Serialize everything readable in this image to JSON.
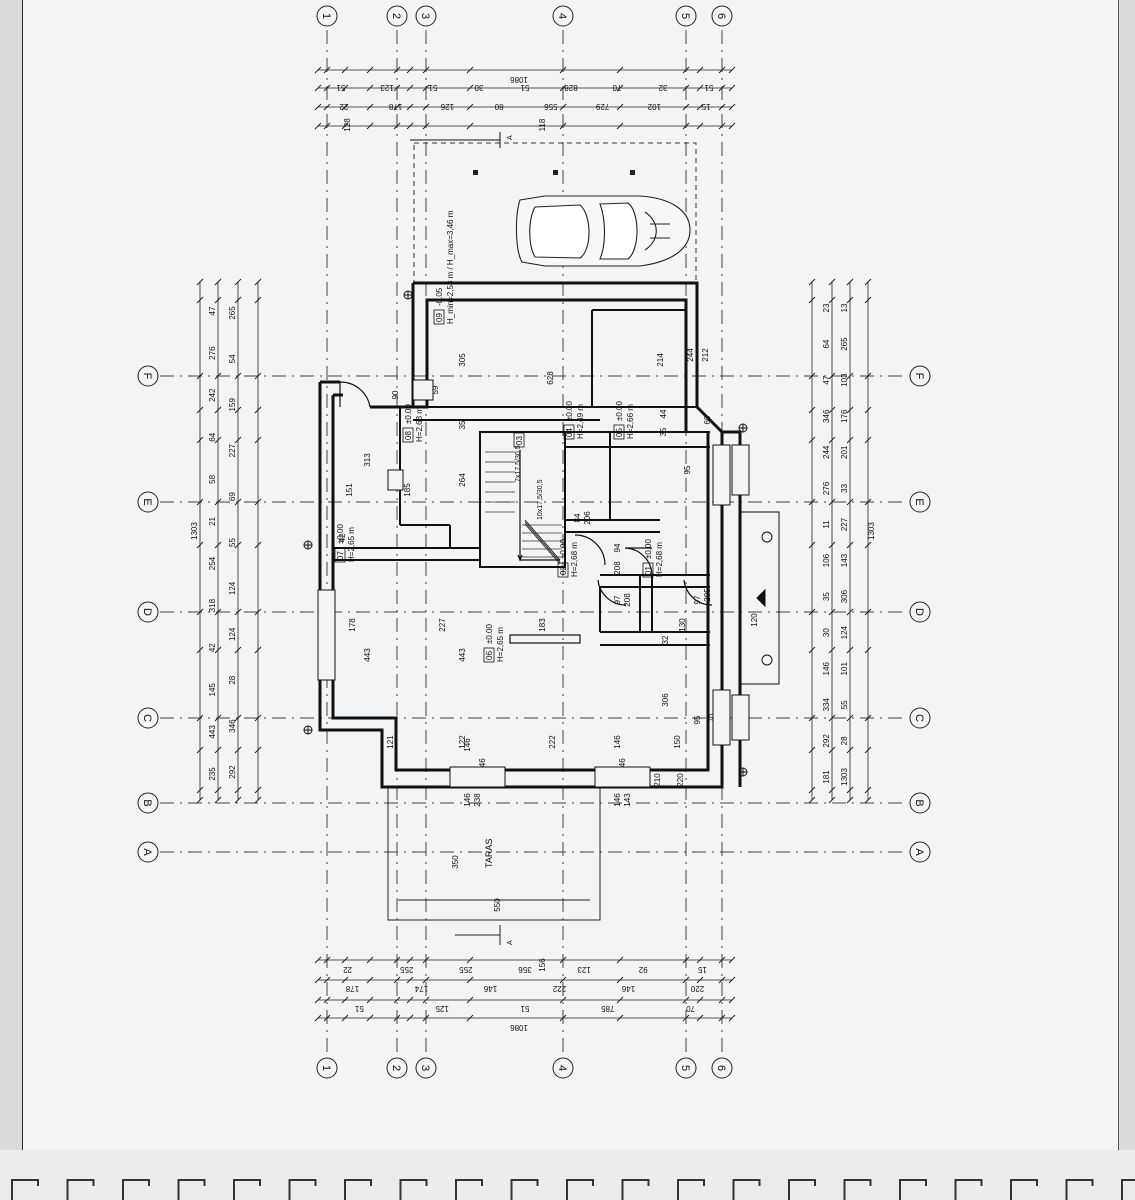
{
  "sheet": {
    "grid_columns": [
      "1",
      "2",
      "3",
      "4",
      "5",
      "6"
    ],
    "grid_rows": [
      "A",
      "B",
      "C",
      "D",
      "E",
      "F"
    ],
    "overall_dimension": "1086",
    "depth_dimension": "1303",
    "terrace_label": "TARAS",
    "section_marker": "A"
  },
  "rooms": [
    {
      "number": "09",
      "height": "H_min=2,53 m / H_max=3,46 m",
      "level": "-0.05"
    },
    {
      "number": "08",
      "height": "H=2,68 m",
      "level": "±0.00"
    },
    {
      "number": "07",
      "height": "H=2,65 m",
      "level": "±0.00"
    },
    {
      "number": "06",
      "height": "H=2,65 m",
      "level": "±0.00"
    },
    {
      "number": "03",
      "height": "",
      "level": ""
    },
    {
      "number": "04",
      "height": "H=2,49 m",
      "level": "±0.00"
    },
    {
      "number": "05",
      "height": "H=2,66 m",
      "level": "±0.00"
    },
    {
      "number": "02",
      "height": "H=2,68 m",
      "level": "±0.00"
    },
    {
      "number": "01",
      "height": "H=2,68 m",
      "level": "±0.00"
    }
  ],
  "stairs": {
    "run_1": "7x17,5/30,5",
    "run_2": "10x17,5/30,5"
  },
  "dimension_labels": {
    "top_row_1": [
      "22",
      "178",
      "126",
      "80",
      "556",
      "729",
      "102",
      "15"
    ],
    "top_row_2": [
      "51",
      "123",
      "51",
      "30",
      "51",
      "828",
      "70",
      "32",
      "51"
    ],
    "bottom_row_1": [
      "22",
      "255",
      "255",
      "356",
      "123",
      "92",
      "15"
    ],
    "bottom_row_2": [
      "178",
      "174",
      "146",
      "222",
      "146",
      "220"
    ],
    "bottom_row_3": [
      "51",
      "125",
      "51",
      "785",
      "70"
    ],
    "left_row": [
      "47",
      "276",
      "242",
      "64",
      "58",
      "21",
      "254",
      "318",
      "42",
      "145",
      "443",
      "235",
      "265",
      "54",
      "159",
      "227",
      "69",
      "55",
      "124",
      "124",
      "28",
      "346",
      "292"
    ],
    "right_row": [
      "23",
      "64",
      "47",
      "346",
      "244",
      "276",
      "11",
      "106",
      "35",
      "30",
      "146",
      "334",
      "292",
      "181",
      "13",
      "265",
      "103",
      "176",
      "201",
      "33",
      "227",
      "143",
      "306",
      "124",
      "101",
      "55",
      "28",
      "1303"
    ],
    "interior": [
      "305",
      "628",
      "212",
      "244",
      "214",
      "95",
      "35",
      "44",
      "313",
      "151",
      "185",
      "264",
      "84",
      "206",
      "94",
      "208",
      "97",
      "208",
      "97",
      "205",
      "120",
      "443",
      "443",
      "178",
      "227",
      "183",
      "130",
      "32",
      "306",
      "121",
      "122",
      "146",
      "222",
      "146",
      "150",
      "146",
      "238",
      "146",
      "143",
      "350",
      "550",
      "90",
      "95",
      "59",
      "146",
      "146",
      "95",
      "70",
      "210",
      "220",
      "11",
      "42",
      "35",
      "60",
      "118",
      "156",
      "128"
    ]
  },
  "colors": {
    "line": "#111111",
    "grid": "#333333",
    "paper": "#f3f4f5"
  }
}
